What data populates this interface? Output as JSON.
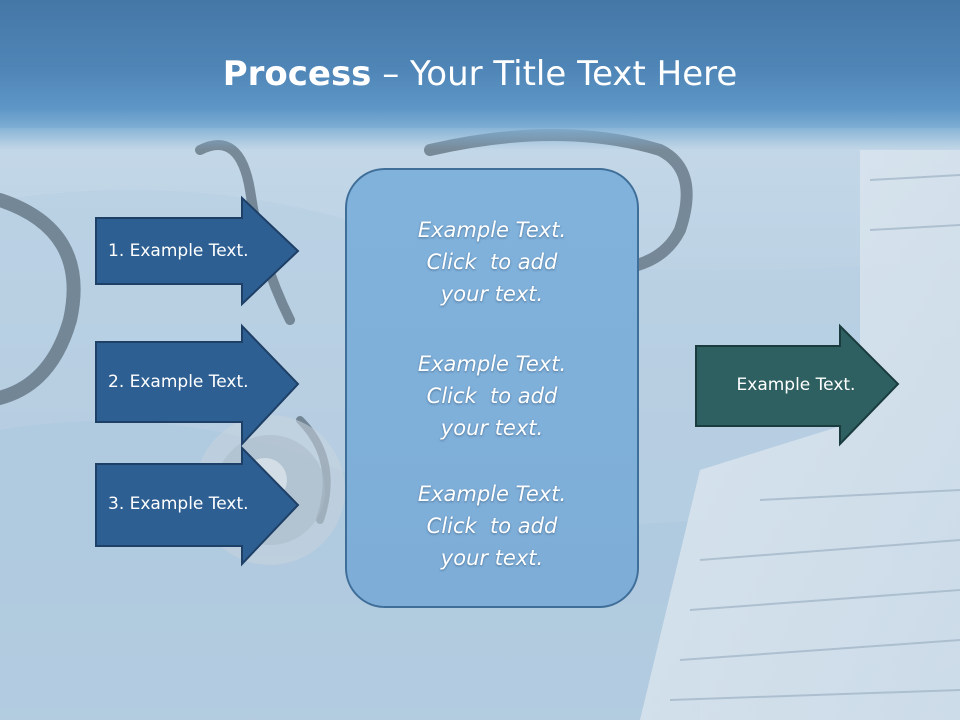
{
  "slide": {
    "title_bold": "Process",
    "title_rest": " – Your Title Text Here"
  },
  "left_arrows": [
    {
      "label": "1. Example Text."
    },
    {
      "label": "2. Example Text."
    },
    {
      "label": "3. Example Text."
    }
  ],
  "center_panel": {
    "blocks": [
      {
        "line1": "Example Text.",
        "line2": "Click  to add",
        "line3": "your text."
      },
      {
        "line1": "Example Text.",
        "line2": "Click  to add",
        "line3": "your text."
      },
      {
        "line1": "Example Text.",
        "line2": "Click  to add",
        "line3": "your text."
      }
    ]
  },
  "right_arrow": {
    "label": "Example Text."
  },
  "colors": {
    "title_band": "#4f86b7",
    "left_arrow_fill": "#2e5f92",
    "left_arrow_border": "#1e3f66",
    "right_arrow_fill": "#2e6062",
    "right_arrow_border": "#1a3c3e",
    "panel_fill": "#80b2dc",
    "panel_border": "#3f6f99"
  }
}
